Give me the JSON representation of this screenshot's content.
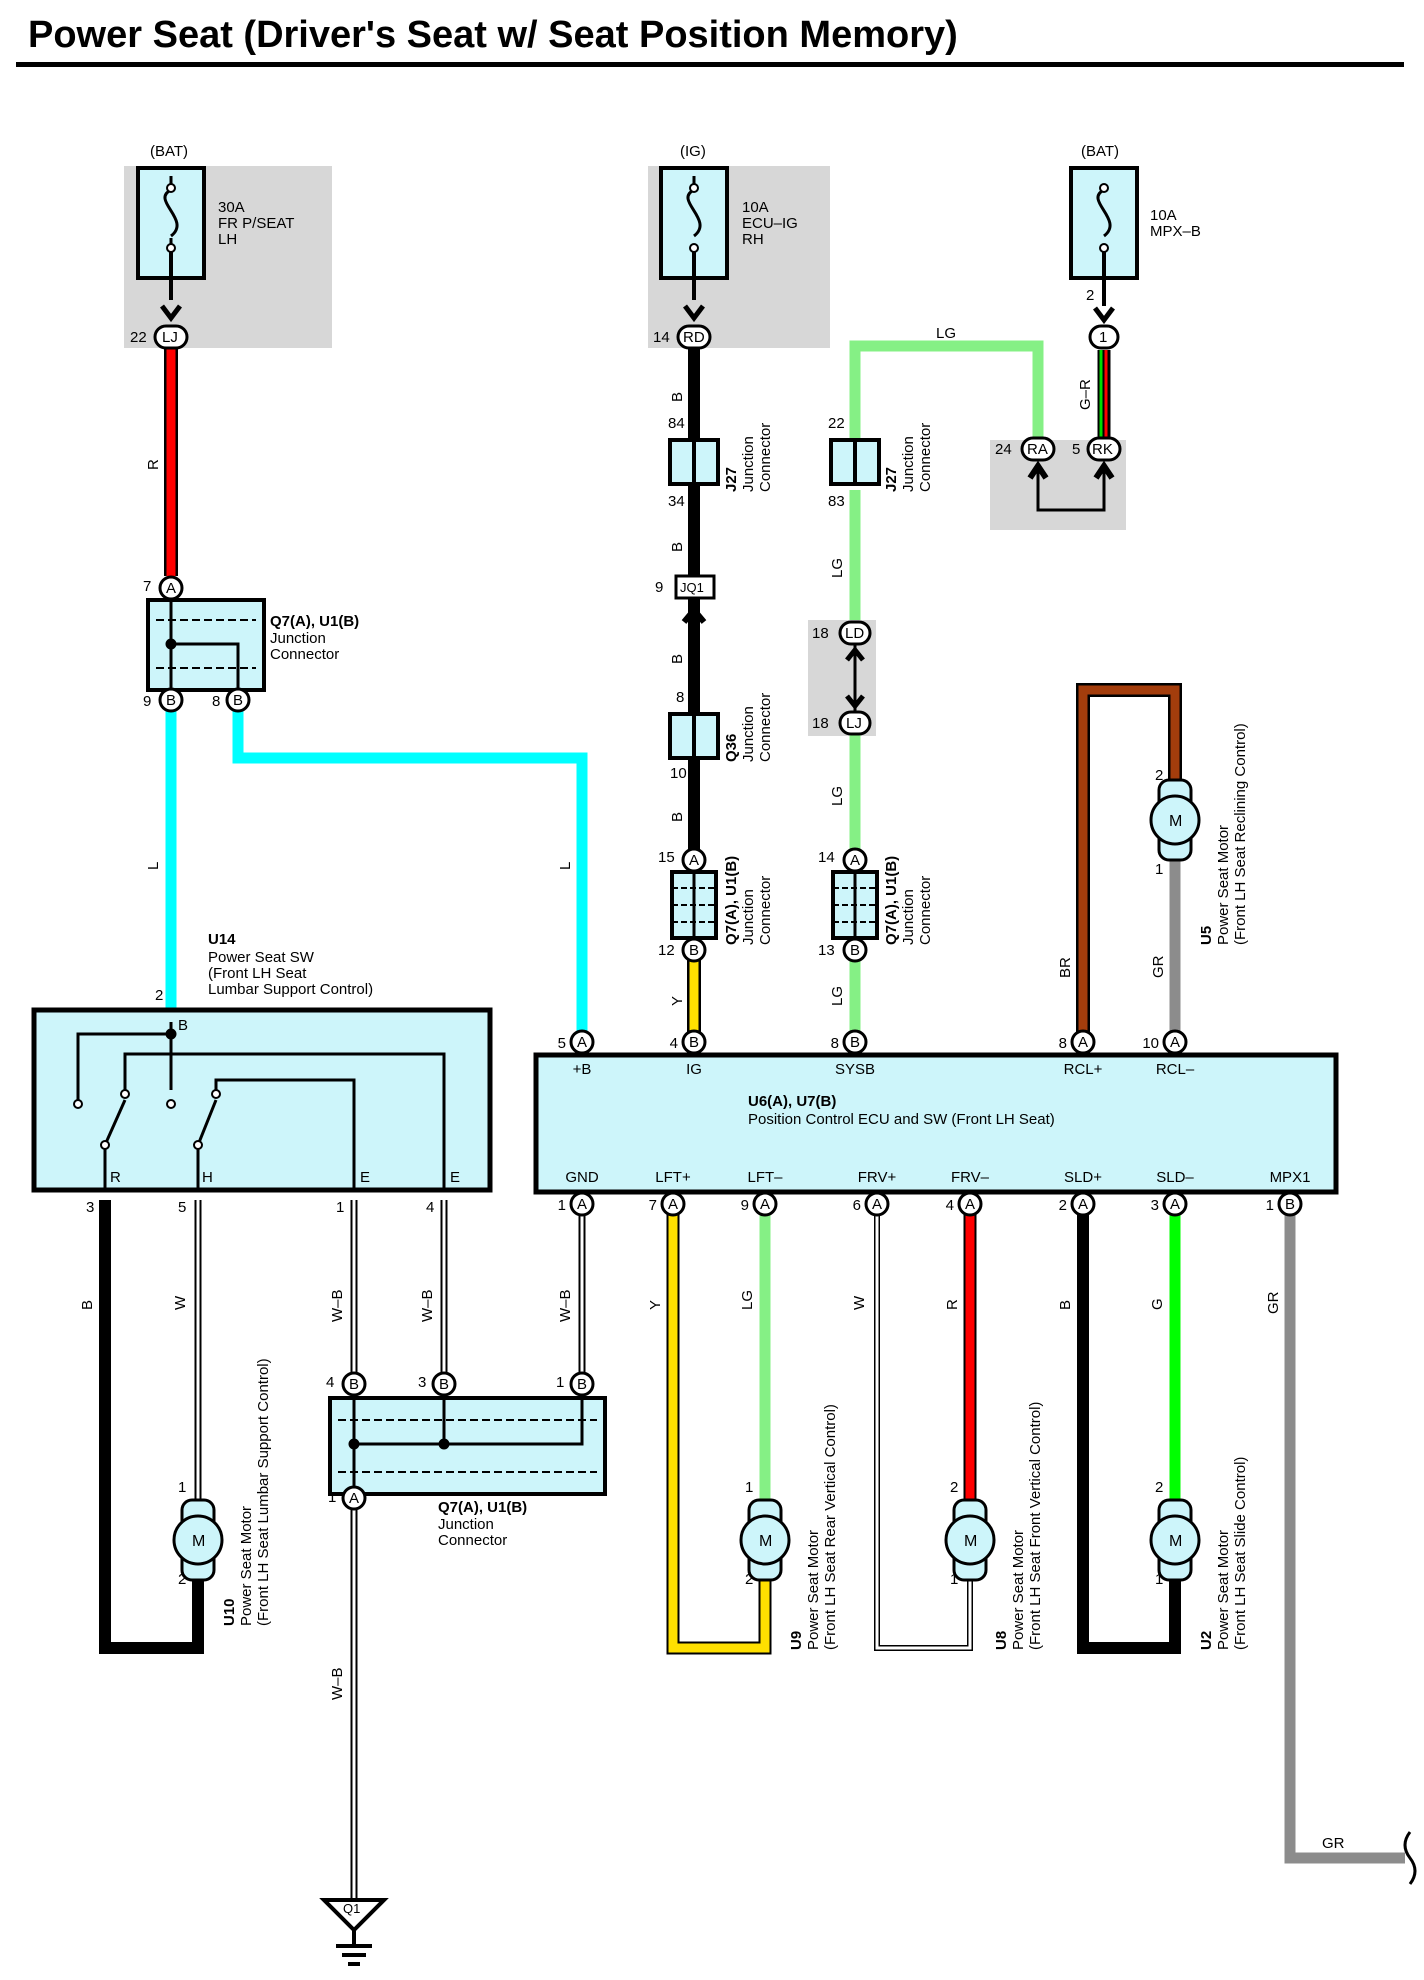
{
  "title": "Power Seat (Driver's Seat w/ Seat Position Memory)",
  "colors": {
    "R": "#ff0000",
    "L": "#00ffff",
    "B": "#000000",
    "LG": "#85f085",
    "Y": "#ffe000",
    "BR": "#a33d0c",
    "GR": "#8c8c8c",
    "G": "#00ff00",
    "W": "#ffffff",
    "box_fill": "#cdf5fa",
    "fuse_area": "#d7d7d7"
  },
  "fuses": [
    {
      "source": "(BAT)",
      "label": [
        "30A",
        "FR P/SEAT",
        "LH"
      ],
      "pin": "22",
      "conn": "LJ"
    },
    {
      "source": "(IG)",
      "label": [
        "10A",
        "ECU–IG",
        "RH"
      ],
      "pin": "14",
      "conn": "RD"
    },
    {
      "source": "(BAT)",
      "label": [
        "10A",
        "MPX–B"
      ],
      "pin": "2",
      "conn": "1"
    }
  ],
  "junctions": {
    "q7_top": {
      "name": "Q7(A), U1(B)",
      "desc": [
        "Junction",
        "Connector"
      ],
      "pin_in": "7",
      "conn_in": "A",
      "pins_out": [
        {
          "pin": "9",
          "conn": "B"
        },
        {
          "pin": "8",
          "conn": "B"
        }
      ]
    },
    "j27_left": {
      "name": "J27",
      "desc": [
        "Junction",
        "Connector"
      ],
      "pin_top": "84",
      "pin_bottom": "34"
    },
    "j27_right": {
      "name": "J27",
      "desc": [
        "Junction",
        "Connector"
      ],
      "pin_top": "22",
      "pin_bottom": "83"
    },
    "jq1": {
      "pin": "9",
      "conn": "JQ1"
    },
    "q36": {
      "name": "Q36",
      "desc": [
        "Junction",
        "Connector"
      ],
      "pin_top": "8",
      "pin_bottom": "10"
    },
    "ld_lj": {
      "pin_top": "18",
      "conn_top": "LD",
      "pin_bottom": "18",
      "conn_bottom": "LJ"
    },
    "ra_rk": {
      "pin_ra": "24",
      "conn_ra": "RA",
      "pin_rk": "5",
      "conn_rk": "RK"
    },
    "q7_mid_left": {
      "name": "Q7(A), U1(B)",
      "desc": [
        "Junction",
        "Connector"
      ],
      "pin_top": "15",
      "conn_top": "A",
      "pin_bottom": "12",
      "conn_bottom": "B"
    },
    "q7_mid_right": {
      "name": "Q7(A), U1(B)",
      "desc": [
        "Junction",
        "Connector"
      ],
      "pin_top": "14",
      "conn_top": "A",
      "pin_bottom": "13",
      "conn_bottom": "B"
    },
    "q7_bottom": {
      "name": "Q7(A), U1(B)",
      "desc": [
        "Junction",
        "Connector"
      ],
      "pins_top": [
        {
          "pin": "4",
          "conn": "B"
        },
        {
          "pin": "3",
          "conn": "B"
        },
        {
          "pin": "1",
          "conn": "B"
        }
      ],
      "pin_out": "1",
      "conn_out": "A"
    }
  },
  "switch_u14": {
    "id": "U14",
    "desc": [
      "Power Seat SW",
      "(Front LH Seat",
      " Lumbar Support Control)"
    ],
    "top_pin": "2",
    "top_term": "B",
    "terms": [
      "R",
      "H",
      "E",
      "E"
    ],
    "pins": [
      "3",
      "5",
      "1",
      "4"
    ]
  },
  "ecu": {
    "id": "U6(A), U7(B)",
    "desc": "Position Control ECU and SW (Front LH Seat)",
    "top": [
      {
        "pin": "5",
        "conn": "A",
        "label": "+B"
      },
      {
        "pin": "4",
        "conn": "B",
        "label": "IG"
      },
      {
        "pin": "8",
        "conn": "B",
        "label": "SYSB"
      },
      {
        "pin": "8",
        "conn": "A",
        "label": "RCL+"
      },
      {
        "pin": "10",
        "conn": "A",
        "label": "RCL–"
      }
    ],
    "bottom": [
      {
        "pin": "1",
        "conn": "A",
        "label": "GND"
      },
      {
        "pin": "7",
        "conn": "A",
        "label": "LFT+"
      },
      {
        "pin": "9",
        "conn": "A",
        "label": "LFT–"
      },
      {
        "pin": "6",
        "conn": "A",
        "label": "FRV+"
      },
      {
        "pin": "4",
        "conn": "A",
        "label": "FRV–"
      },
      {
        "pin": "2",
        "conn": "A",
        "label": "SLD+"
      },
      {
        "pin": "3",
        "conn": "A",
        "label": "SLD–"
      },
      {
        "pin": "1",
        "conn": "B",
        "label": "MPX1"
      }
    ]
  },
  "motors": [
    {
      "id": "U10",
      "desc": [
        "Power Seat Motor",
        "(Front LH Seat Lumbar Support Control)"
      ],
      "symbol": "M",
      "pin_top": "1",
      "pin_bottom": "2"
    },
    {
      "id": "U9",
      "desc": [
        "Power Seat Motor",
        "(Front LH Seat Rear Vertical Control)"
      ],
      "symbol": "M",
      "pin_top": "1",
      "pin_bottom": "2"
    },
    {
      "id": "U8",
      "desc": [
        "Power Seat Motor",
        "(Front LH Seat Front Vertical Control)"
      ],
      "symbol": "M",
      "pin_top": "2",
      "pin_bottom": "1"
    },
    {
      "id": "U2",
      "desc": [
        "Power Seat Motor",
        "(Front LH Seat Slide Control)"
      ],
      "symbol": "M",
      "pin_top": "2",
      "pin_bottom": "1"
    },
    {
      "id": "U5",
      "desc": [
        "Power Seat Motor",
        "(Front LH Seat Reclining Control)"
      ],
      "symbol": "M",
      "pin_top": "2",
      "pin_bottom": "1"
    }
  ],
  "wire_labels": {
    "r_top": "R",
    "l_left": "L",
    "l_right": "L",
    "b1": "B",
    "b2": "B",
    "b3": "B",
    "b4": "B",
    "y_ig": "Y",
    "lg_top": "LG",
    "lg1": "LG",
    "lg2": "LG",
    "lg3": "LG",
    "gr_r": "G–R",
    "br": "BR",
    "gr_rcl": "GR",
    "u14_b": "B",
    "u14_w": "W",
    "wb1": "W–B",
    "wb2": "W–B",
    "wb3": "W–B",
    "wb_gnd": "W–B",
    "y_lft": "Y",
    "lg_lft": "LG",
    "w_frv": "W",
    "r_frv": "R",
    "b_sld": "B",
    "g_sld": "G",
    "gr_mpx": "GR",
    "gr_end": "GR"
  },
  "ground": {
    "label": "Q1"
  }
}
